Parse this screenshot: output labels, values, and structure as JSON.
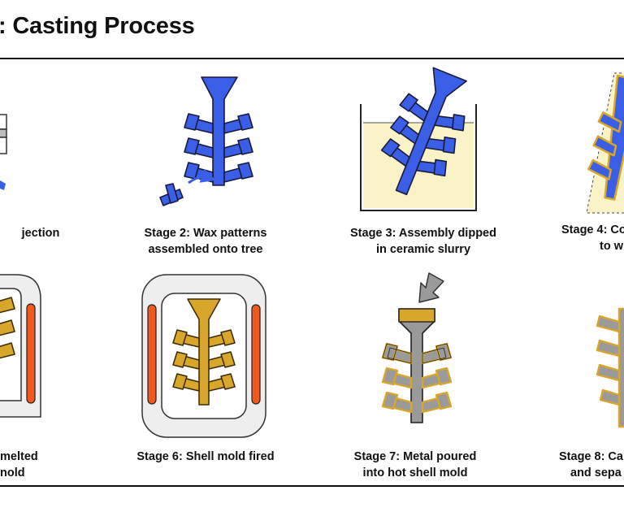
{
  "title": ": Casting Process",
  "colors": {
    "wax": "#3a5ee6",
    "metal": "#d8a62a",
    "shell": "#9a9a9a",
    "slurry": "#fbf3c8",
    "heater": "#f25a1d",
    "rule": "#111111"
  },
  "stages": [
    {
      "line1": "jection",
      "line2": ""
    },
    {
      "line1": "Stage 2: Wax patterns",
      "line2": "assembled onto tree"
    },
    {
      "line1": "Stage 3: Assembly dipped",
      "line2": "in ceramic slurry"
    },
    {
      "line1": "Stage 4: Co",
      "line2": "to w"
    },
    {
      "line1": "melted",
      "line2": "nold"
    },
    {
      "line1": "Stage 6: Shell mold fired",
      "line2": ""
    },
    {
      "line1": "Stage 7: Metal poured",
      "line2": "into hot shell mold"
    },
    {
      "line1": "Stage 8: Ca",
      "line2": "and sepa"
    }
  ]
}
